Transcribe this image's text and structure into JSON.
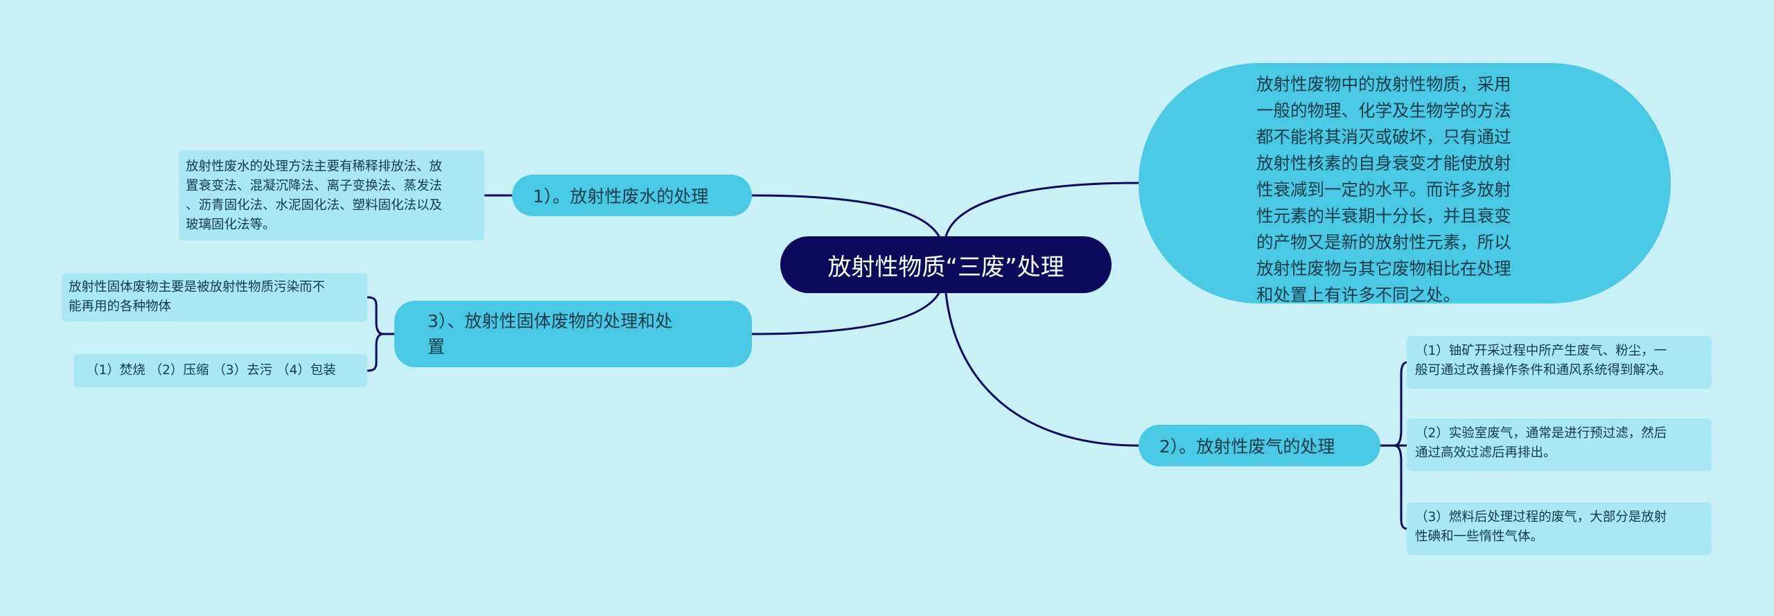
{
  "colors": {
    "background": "#c9f0f7",
    "root_fill": "#0b0a5c",
    "branch_fill": "#49c9e4",
    "leaf_fill": "#a9e7f4",
    "connector": "#0b0a5c"
  },
  "mindmap": {
    "root": "放射性物质“三废”处理",
    "intro": [
      "放射性废物中的放射性物质，采用",
      "一般的物理、化学及生物学的方法",
      "都不能将其消灭或破坏，只有通过",
      "放射性核素的自身衰变才能使放射",
      "性衰减到一定的水平。而许多放射",
      "性元素的半衰期十分长，并且衰变",
      "的产物又是新的放射性元素，所以",
      "放射性废物与其它废物相比在处理",
      "和处置上有许多不同之处。"
    ],
    "branches": [
      {
        "label": "1）。放射性废水的处理",
        "leaves": [
          {
            "lines": [
              "放射性废水的处理方法主要有稀释排放法、放",
              "置衰变法、混凝沉降法、离子变换法、蒸发法",
              "、沥青固化法、水泥固化法、塑料固化法以及",
              "玻璃固化法等。"
            ]
          }
        ]
      },
      {
        "label": "2）。放射性废气的处理",
        "leaves": [
          {
            "lines": [
              "（1）铀矿开采过程中所产生废气、粉尘，一",
              "般可通过改善操作条件和通风系统得到解决。"
            ]
          },
          {
            "lines": [
              "（2）实验室废气，通常是进行预过滤，然后",
              "通过高效过滤后再排出。"
            ]
          },
          {
            "lines": [
              "（3）燃料后处理过程的废气，大部分是放射",
              "性碘和一些惰性气体。"
            ]
          }
        ]
      },
      {
        "label_lines": [
          "3）、放射性固体废物的处理和处",
          "置"
        ],
        "leaves": [
          {
            "lines": [
              "放射性固体废物主要是被放射性物质污染而不",
              "能再用的各种物体"
            ]
          },
          {
            "lines": [
              "（1）焚烧 （2）压缩 （3）去污 （4）包装"
            ]
          }
        ]
      }
    ]
  }
}
